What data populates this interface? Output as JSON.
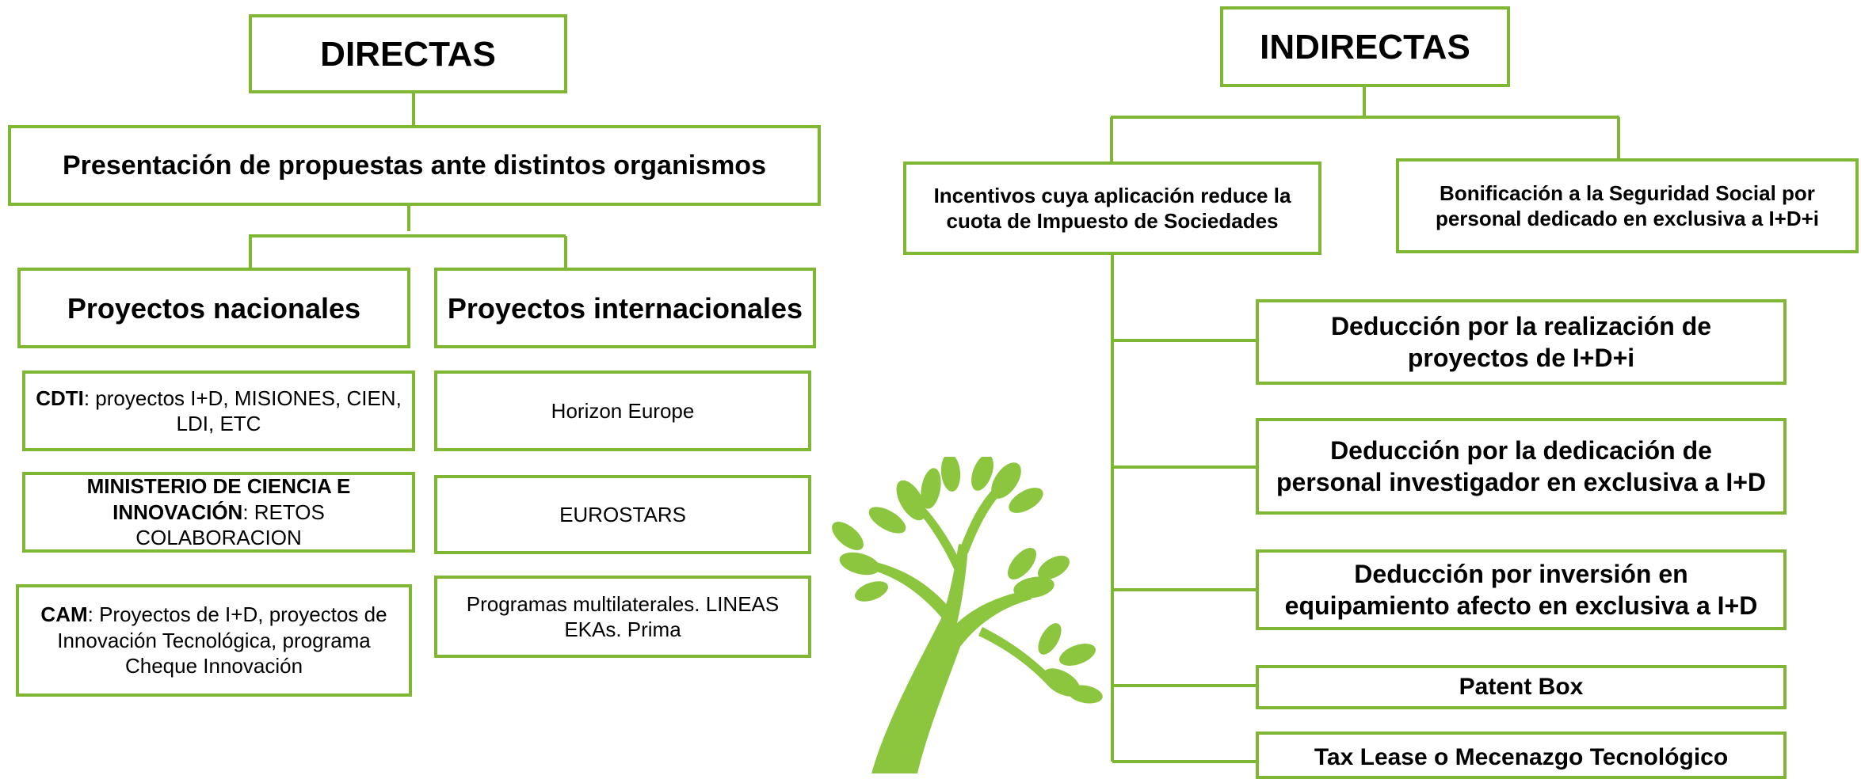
{
  "colors": {
    "accent": "#7fb734",
    "tree": "#8cc63f"
  },
  "directas": {
    "title": "DIRECTAS",
    "presentacion": "Presentación de propuestas ante distintos organismos",
    "nacionales": {
      "title": "Proyectos nacionales",
      "items": [
        {
          "bold": "CDTI",
          "rest": ": proyectos I+D, MISIONES, CIEN, LDI, ETC"
        },
        {
          "bold": "MINISTERIO DE CIENCIA E INNOVACIÓN",
          "rest": ": RETOS COLABORACION"
        },
        {
          "bold": "CAM",
          "rest": ": Proyectos de I+D, proyectos de Innovación Tecnológica, programa Cheque Innovación"
        }
      ]
    },
    "internacionales": {
      "title": "Proyectos internacionales",
      "items": [
        "Horizon Europe",
        "EUROSTARS",
        "Programas multilaterales. LINEAS EKAs. Prima"
      ]
    }
  },
  "indirectas": {
    "title": "INDIRECTAS",
    "incentivos": "Incentivos cuya aplicación reduce la cuota de Impuesto de Sociedades",
    "bonificacion": "Bonificación a la Seguridad Social por personal dedicado en exclusiva a I+D+i",
    "deducciones": [
      "Deducción por la realización de proyectos de I+D+i",
      "Deducción por la dedicación de personal investigador en exclusiva a I+D",
      "Deducción por inversión en equipamiento afecto en exclusiva a I+D",
      "Patent Box",
      "Tax Lease o Mecenazgo Tecnológico"
    ]
  }
}
